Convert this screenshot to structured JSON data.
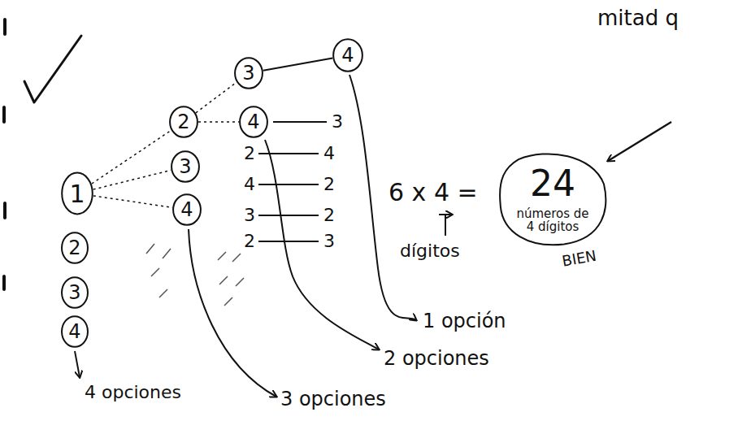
{
  "diagram": {
    "nodes": [
      {
        "text": [
          "1"
        ]
      },
      {
        "text": [
          "2"
        ]
      },
      {
        "text": [
          "3"
        ]
      },
      {
        "text": [
          "4"
        ]
      },
      {
        "text": [
          "2"
        ]
      },
      {
        "text": [
          "3"
        ]
      },
      {
        "text": [
          "4"
        ]
      },
      {
        "text": [
          "3"
        ]
      },
      {
        "text": [
          "4"
        ]
      },
      {
        "text": [
          "4"
        ]
      },
      {
        "text": [
          "24",
          "números de 4 dígitos"
        ]
      }
    ],
    "edges": [
      {
        "from": 0,
        "to": 4,
        "arrow": "none"
      },
      {
        "from": 0,
        "to": 5,
        "arrow": "none"
      },
      {
        "from": 0,
        "to": 6,
        "arrow": "none"
      },
      {
        "from": 4,
        "to": 7,
        "arrow": "none"
      },
      {
        "from": 4,
        "to": 8,
        "arrow": "none"
      },
      {
        "from": 7,
        "to": 9,
        "arrow": "none"
      }
    ],
    "labels": [
      "mitad q",
      "3",
      "2",
      "4",
      "4",
      "2",
      "3",
      "2",
      "2",
      "3",
      "6 x 4 =",
      "dígitos",
      "BIEN",
      "1 opción",
      "2 opciones",
      "3 opciones",
      "4 opciones"
    ]
  }
}
